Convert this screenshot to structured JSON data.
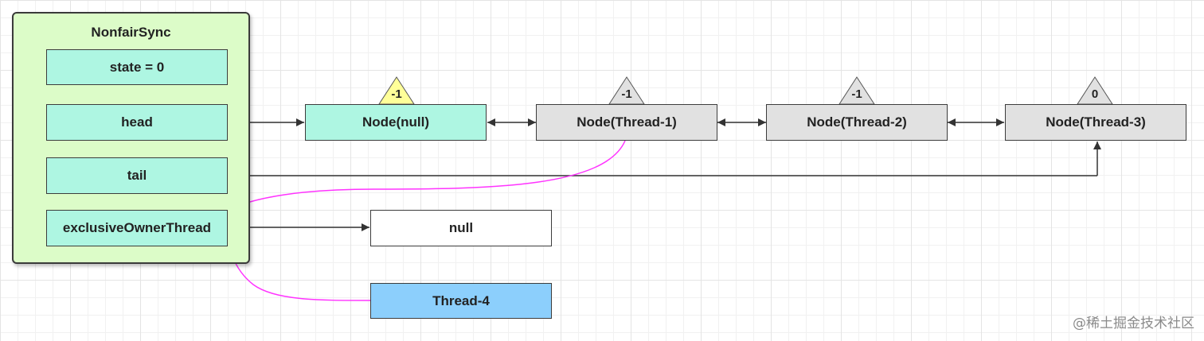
{
  "sync": {
    "title": "NonfairSync",
    "fields": {
      "state": "state = 0",
      "head": "head",
      "tail": "tail",
      "owner": "exclusiveOwnerThread"
    }
  },
  "queue": [
    {
      "label": "Node(null)",
      "waitStatus": "-1",
      "color": "#aef6e2",
      "badge_color": "#ffff99"
    },
    {
      "label": "Node(Thread-1)",
      "waitStatus": "-1",
      "color": "#e1e1e1",
      "badge_color": "#e1e1e1"
    },
    {
      "label": "Node(Thread-2)",
      "waitStatus": "-1",
      "color": "#e1e1e1",
      "badge_color": "#e1e1e1"
    },
    {
      "label": "Node(Thread-3)",
      "waitStatus": "0",
      "color": "#e1e1e1",
      "badge_color": "#e1e1e1"
    }
  ],
  "owner_value": "null",
  "thread4": {
    "label": "Thread-4",
    "color": "#8ccffc"
  },
  "watermark": "@稀土掘金技术社区",
  "colors": {
    "container_fill": "#dcfcc8",
    "field_fill": "#aef6e2",
    "arrow": "#333333",
    "cas_arrow": "#ff33ff"
  }
}
